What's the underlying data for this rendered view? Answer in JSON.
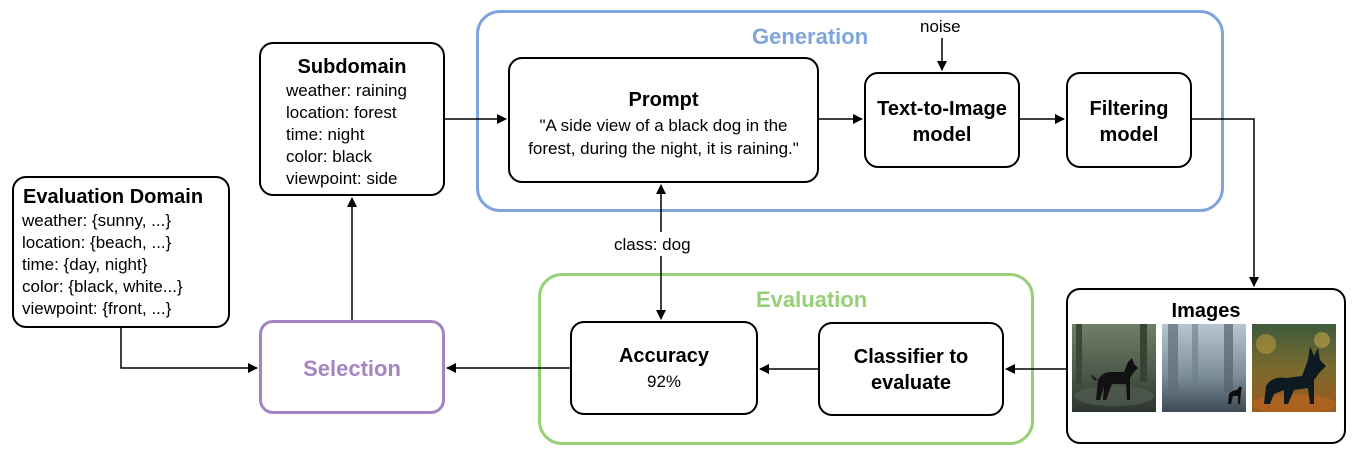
{
  "colors": {
    "generation": "#7ea6dc",
    "evaluation": "#97cf77",
    "selection": "#a585c1"
  },
  "generation": {
    "label": "Generation"
  },
  "evaluation": {
    "label": "Evaluation"
  },
  "noise": "noise",
  "class_label": "class: dog",
  "evaluation_domain": {
    "title": "Evaluation Domain",
    "lines": [
      "weather: {sunny, ...}",
      "location: {beach, ...}",
      "time: {day, night}",
      "color: {black, white...}",
      "viewpoint: {front, ...}"
    ]
  },
  "subdomain": {
    "title": "Subdomain",
    "lines": [
      "weather: raining",
      "location: forest",
      "time: night",
      "color: black",
      "viewpoint: side"
    ]
  },
  "prompt": {
    "title": "Prompt",
    "lines": [
      "\"A side view of a black dog in the",
      "forest, during the night, it is raining.\""
    ]
  },
  "text_to_image": {
    "lines": [
      "Text-to-Image",
      "model"
    ]
  },
  "filtering": {
    "lines": [
      "Filtering",
      "model"
    ]
  },
  "images": {
    "title": "Images"
  },
  "classifier": {
    "lines": [
      "Classifier to",
      "evaluate"
    ]
  },
  "accuracy": {
    "title": "Accuracy",
    "value": "92%"
  },
  "selection": {
    "label": "Selection"
  },
  "icons": [
    "dog-in-rain-image",
    "dog-in-mist-image",
    "dog-in-autumn-forest-image"
  ]
}
